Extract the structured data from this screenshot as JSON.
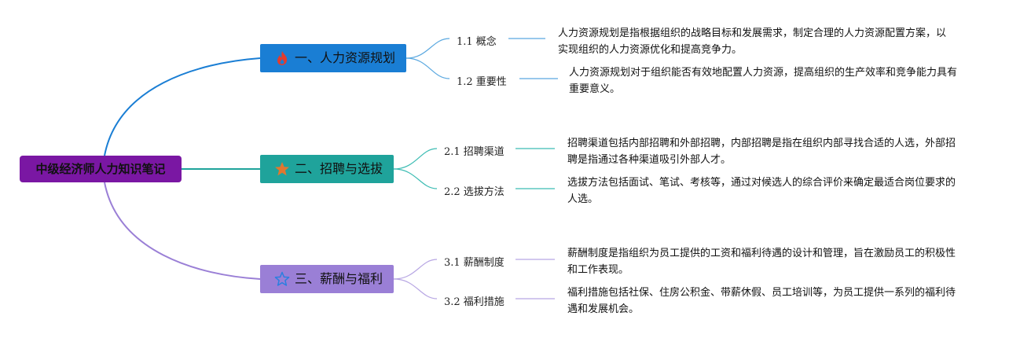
{
  "root": {
    "label": "中级经济师人力知识笔记",
    "color": "#7a17a3"
  },
  "branches": [
    {
      "label": "一、人力资源规划",
      "icon": "flame-icon",
      "color": "#1a7ed4",
      "children": [
        {
          "label": "1.1 概念",
          "desc": "人力资源规划是指根据组织的战略目标和发展需求，制定合理的人力资源配置方案，以实现组织的人力资源优化和提高竞争力。"
        },
        {
          "label": "1.2 重要性",
          "desc": "人力资源规划对于组织能否有效地配置人力资源，提高组织的生产效率和竞争能力具有重要意义。"
        }
      ]
    },
    {
      "label": "二、招聘与选拔",
      "icon": "star-icon",
      "color": "#1fa39b",
      "children": [
        {
          "label": "2.1 招聘渠道",
          "desc": "招聘渠道包括内部招聘和外部招聘，内部招聘是指在组织内部寻找合适的人选，外部招聘是指通过各种渠道吸引外部人才。"
        },
        {
          "label": "2.2 选拔方法",
          "desc": "选拔方法包括面试、笔试、考核等，通过对候选人的综合评价来确定最适合岗位要求的人选。"
        }
      ]
    },
    {
      "label": "三、薪酬与福利",
      "icon": "star-outline-icon",
      "color": "#9a7fd6",
      "children": [
        {
          "label": "3.1 薪酬制度",
          "desc": "薪酬制度是指组织为员工提供的工资和福利待遇的设计和管理，旨在激励员工的积极性和工作表现。"
        },
        {
          "label": "3.2 福利措施",
          "desc": "福利措施包括社保、住房公积金、带薪休假、员工培训等，为员工提供一系列的福利待遇和发展机会。"
        }
      ]
    }
  ]
}
